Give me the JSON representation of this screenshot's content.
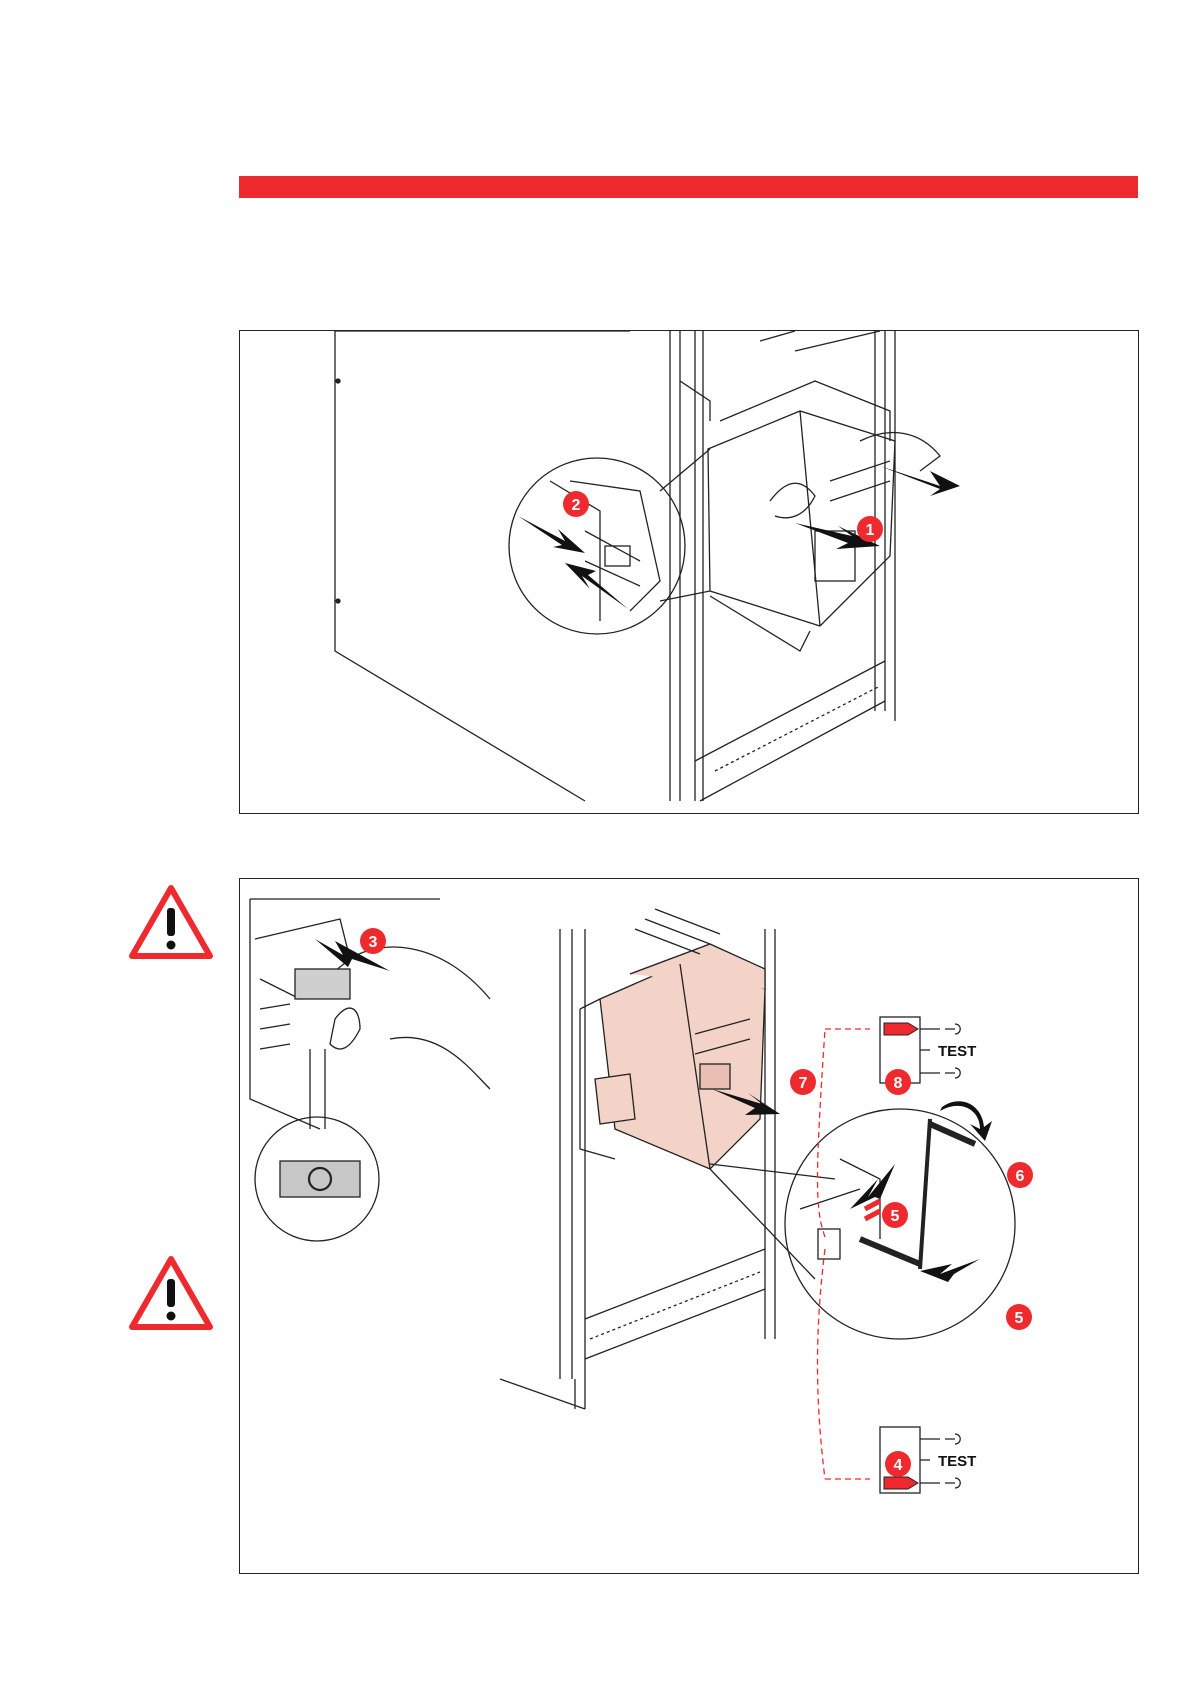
{
  "page": {
    "accent_color": "#ee2a2f"
  },
  "figure1": {
    "steps": [
      "1",
      "2"
    ]
  },
  "figure2": {
    "steps": [
      "3",
      "4",
      "5",
      "5",
      "6",
      "7",
      "8"
    ],
    "indicator_top": {
      "step": "8",
      "label": "TEST"
    },
    "indicator_bottom": {
      "step": "4",
      "label": "TEST"
    },
    "position_symbol": "O",
    "icons": [
      "warning-triangle-icon",
      "warning-triangle-icon"
    ]
  }
}
